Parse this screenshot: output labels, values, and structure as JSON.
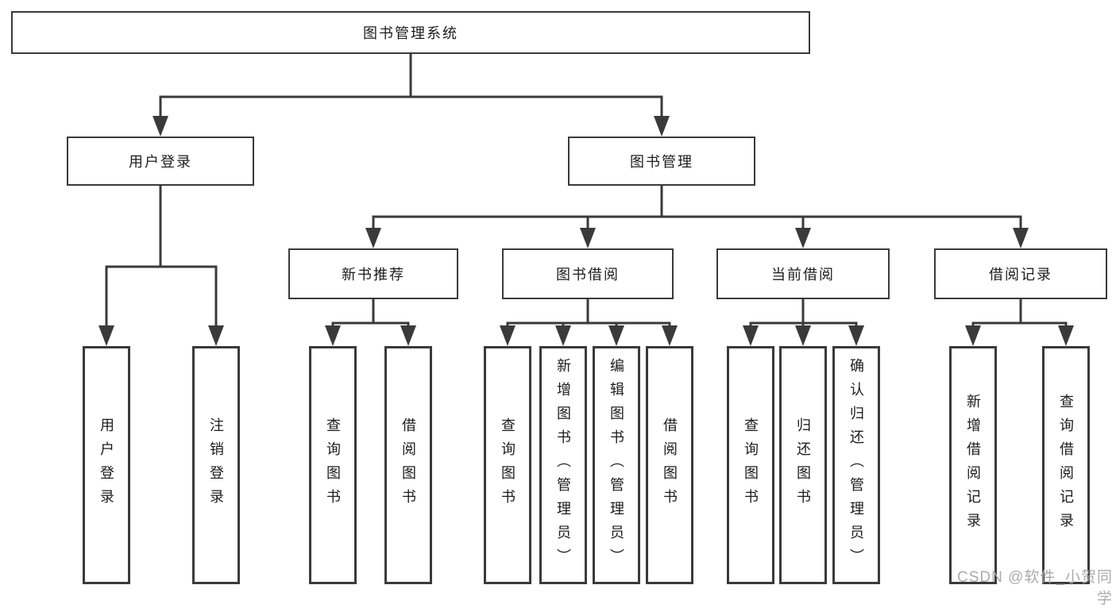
{
  "colors": {
    "line": "#3a3a3a",
    "box_border": "#3a3a3a",
    "box_fill": "#ffffff",
    "text": "#1c1c1c",
    "watermark_text_color": "#ababab"
  },
  "tree": {
    "root": {
      "label": "图书管理系统"
    },
    "branches": [
      {
        "label": "用户登录",
        "children": [
          {
            "label": "用户登录"
          },
          {
            "label": "注销登录"
          }
        ]
      },
      {
        "label": "图书管理",
        "children": [
          {
            "label": "新书推荐",
            "children": [
              {
                "label": "查询图书"
              },
              {
                "label": "借阅图书"
              }
            ]
          },
          {
            "label": "图书借阅",
            "children": [
              {
                "label": "查询图书"
              },
              {
                "label": "新增图书（管理员）"
              },
              {
                "label": "编辑图书（管理员）"
              },
              {
                "label": "借阅图书"
              }
            ]
          },
          {
            "label": "当前借阅",
            "children": [
              {
                "label": "查询图书"
              },
              {
                "label": "归还图书"
              },
              {
                "label": "确认归还（管理员）"
              }
            ]
          },
          {
            "label": "借阅记录",
            "children": [
              {
                "label": "新增借阅记录"
              },
              {
                "label": "查询借阅记录"
              }
            ]
          }
        ]
      }
    ]
  },
  "watermark": {
    "text": "CSDN @软件_小贺同学"
  }
}
